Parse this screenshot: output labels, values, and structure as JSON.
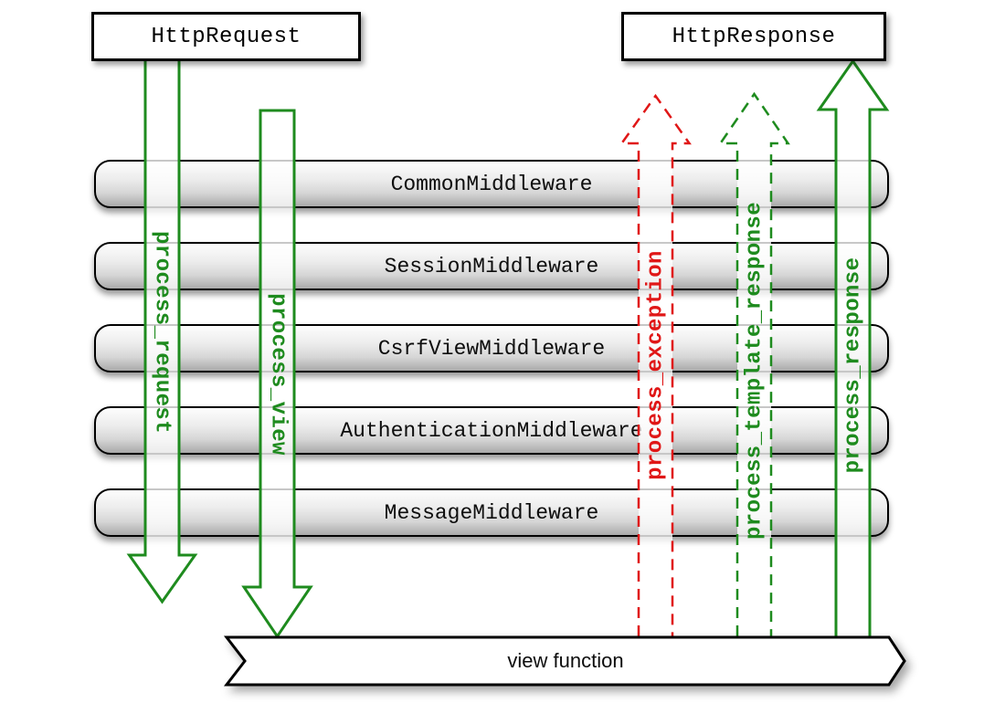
{
  "nodes": {
    "request": "HttpRequest",
    "response": "HttpResponse"
  },
  "middleware": [
    "CommonMiddleware",
    "SessionMiddleware",
    "CsrfViewMiddleware",
    "AuthenticationMiddleware",
    "MessageMiddleware"
  ],
  "arrows": [
    {
      "label": "process_request",
      "direction": "down",
      "style": "solid"
    },
    {
      "label": "process_view",
      "direction": "down",
      "style": "solid"
    },
    {
      "label": "process_exception",
      "direction": "up",
      "style": "dashed"
    },
    {
      "label": "process_template_response",
      "direction": "up",
      "style": "dashed"
    },
    {
      "label": "process_response",
      "direction": "up",
      "style": "solid"
    }
  ],
  "view": {
    "label": "view function"
  },
  "colors": {
    "green": "#1e8b1e",
    "red": "#e01717",
    "node_border": "#000000",
    "arrow_fill": "rgba(255,255,255,0.78)"
  }
}
